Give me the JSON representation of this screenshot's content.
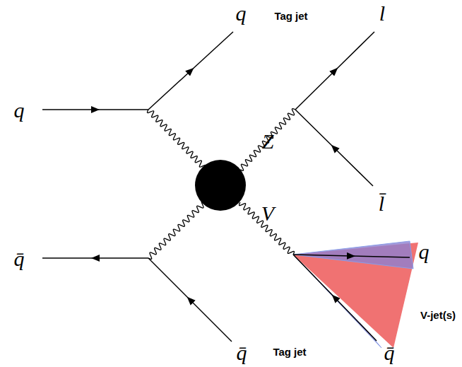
{
  "diagram": {
    "labels": [
      "q",
      "Tag jet",
      "l",
      "q",
      "Z",
      "l̄",
      "V",
      "q̄",
      "q",
      "V-jet(s)",
      "q̄",
      "Tag jet",
      "q̄"
    ]
  }
}
